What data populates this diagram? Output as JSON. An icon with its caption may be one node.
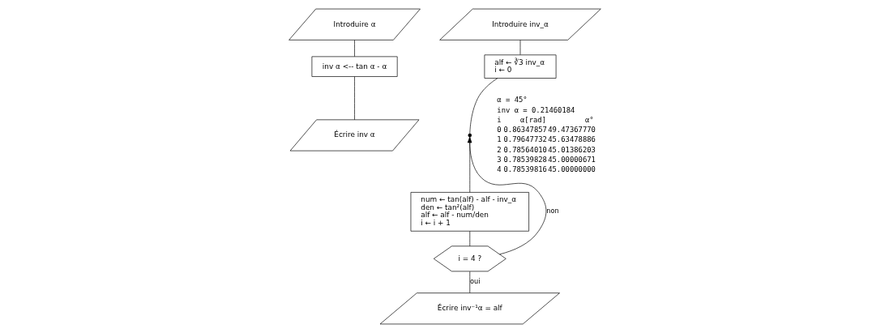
{
  "diagram": {
    "nodes": [
      {
        "text": [
          "Introduire α"
        ]
      },
      {
        "text": [
          "inv α <-- tan α - α"
        ]
      },
      {
        "text": [
          "Écrire inv α"
        ]
      },
      {
        "text": [
          "Introduire inv_α"
        ]
      },
      {
        "text": [
          "alf ← ∛3 inv_α",
          "i ← 0"
        ]
      },
      {
        "text": [],
        "shape": "circle"
      },
      {
        "text": [
          "num ← tan(alf) - alf - inv_α",
          "den ← tan²(alf)",
          "alf ← alf - num/den",
          "i ← i + 1"
        ]
      },
      {
        "text": [
          "i = 4 ?"
        ]
      },
      {
        "text": [
          "Écrire inv⁻¹α = alf"
        ]
      }
    ],
    "edges": [
      {
        "from": 0,
        "to": 1,
        "arrow": "none"
      },
      {
        "from": 1,
        "to": 2,
        "arrow": "none"
      },
      {
        "from": 3,
        "to": 4,
        "arrow": "none"
      },
      {
        "from": 4,
        "to": 5,
        "arrow": "none"
      },
      {
        "from": 5,
        "to": 6,
        "arrow": "none"
      },
      {
        "from": 6,
        "to": 7,
        "arrow": "none"
      },
      {
        "from": 7,
        "to": 8,
        "arrow": "none",
        "label": "oui"
      },
      {
        "from": 7,
        "to": 5,
        "arrow": "to",
        "label": "non"
      }
    ],
    "labels": [
      "α = 45°",
      "inv α = 0.21460184",
      "i",
      "α[rad]",
      "α°",
      "0",
      "0.86347857",
      "49.47367770",
      "1",
      "0.79647732",
      "45.63478886",
      "2",
      "0.78564010",
      "45.01386203",
      "3",
      "0.78539828",
      "45.00000671",
      "4",
      "0.78539816",
      "45.00000000"
    ]
  }
}
